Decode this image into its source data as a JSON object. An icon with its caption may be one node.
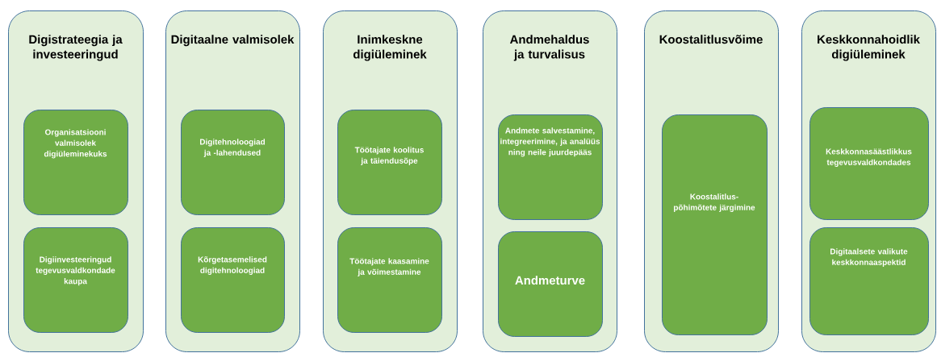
{
  "diagram": {
    "nodes": [
      {
        "text": [
          "Digistrateegia ja investeeringud"
        ]
      },
      {
        "text": [
          "Organisatsiooni valmisolek digiüleminekuks"
        ],
        "in": 0
      },
      {
        "text": [
          "Digiinvesteeringud tegevusvaldkondade kaupa"
        ],
        "in": 0
      },
      {
        "text": [
          "Digitaalne valmisolek"
        ]
      },
      {
        "text": [
          "Digitehnoloogiad ja -lahendused"
        ],
        "in": 3
      },
      {
        "text": [
          "Kõrgetasemelised digitehnoloogiad"
        ],
        "in": 3
      },
      {
        "text": [
          "Inimkeskne digiüleminek"
        ]
      },
      {
        "text": [
          "Töötajate koolitus ja täiendusõpe"
        ],
        "in": 6
      },
      {
        "text": [
          "Töötajate kaasamine ja võimestamine"
        ],
        "in": 6
      },
      {
        "text": [
          "Andmehaldus ja turvalisus"
        ]
      },
      {
        "text": [
          "Andmete salvestamine, integreerimine, ja analüüs ning neile juurdepääs"
        ],
        "in": 9
      },
      {
        "text": [
          "Andmeturve"
        ],
        "in": 9
      },
      {
        "text": [
          "Koostalitlusvõime"
        ]
      },
      {
        "text": [
          "Koostalitlus-põhimõtete järgimine"
        ],
        "in": 12
      },
      {
        "text": [
          "Keskkonnahoidlik digiüleminek"
        ]
      },
      {
        "text": [
          "Keskkonnasäästlikkus tegevusvaldkondades"
        ],
        "in": 14
      },
      {
        "text": [
          "Digitaalsete valikute keskkonnaaspektid"
        ],
        "in": 14
      }
    ]
  }
}
